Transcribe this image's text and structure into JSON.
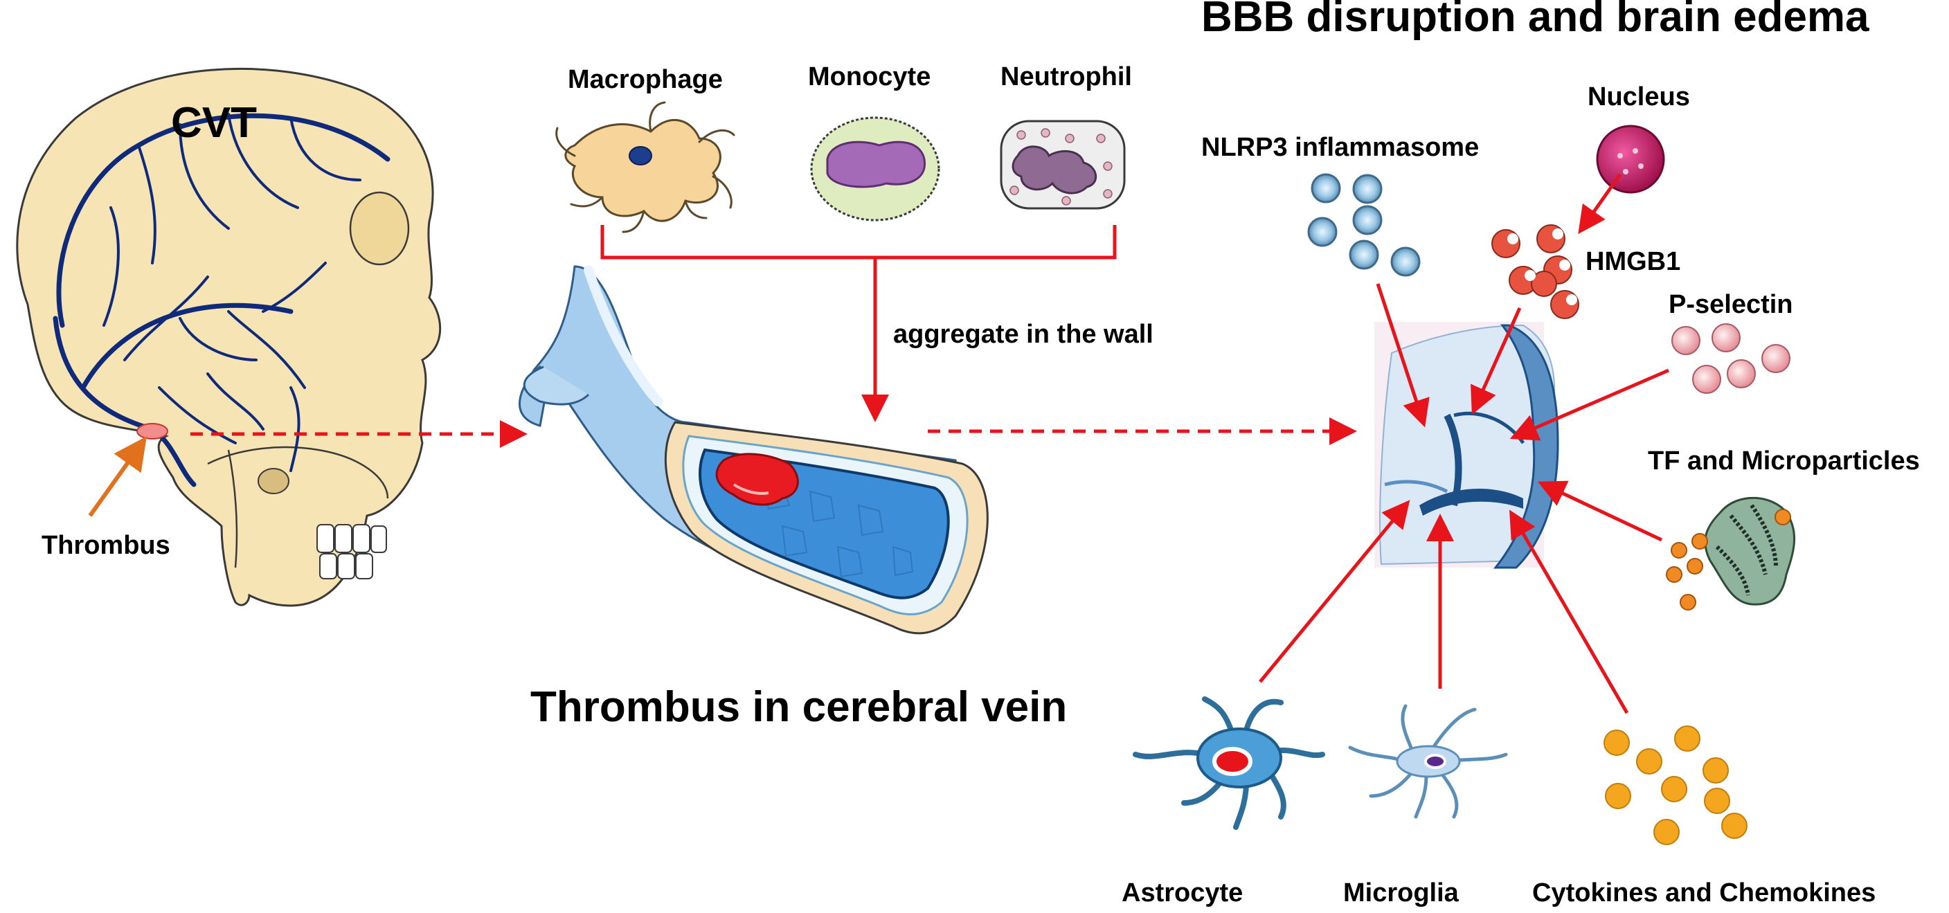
{
  "titles": {
    "cvt": "CVT",
    "thrombus_vein": "Thrombus in cerebral vein",
    "bbb": "BBB disruption and brain edema"
  },
  "labels": {
    "thrombus": "Thrombus",
    "macrophage": "Macrophage",
    "monocyte": "Monocyte",
    "neutrophil": "Neutrophil",
    "aggregate": "aggregate in the wall",
    "nlrp3": "NLRP3 inflammasome",
    "nucleus": "Nucleus",
    "hmgb1": "HMGB1",
    "pselectin": "P-selectin",
    "tf": "TF and Microparticles",
    "astrocyte": "Astrocyte",
    "microglia": "Microglia",
    "cytokines": "Cytokines and Chemokines"
  },
  "colors": {
    "arrow_red": "#e8141b",
    "thrombus_arrow": "#e2711d",
    "vein_dark": "#0f2a7a",
    "skull": "#f7e4b4",
    "vessel_blue": "#3d8ed8"
  },
  "icons": [
    "skull-icon",
    "macrophage-icon",
    "monocyte-icon",
    "neutrophil-icon",
    "vein-icon",
    "brain-tissue-icon",
    "nlrp3-icon",
    "nucleus-icon",
    "hmgb1-icon",
    "pselectin-icon",
    "microparticle-icon",
    "astrocyte-icon",
    "microglia-icon",
    "cytokine-icon"
  ]
}
